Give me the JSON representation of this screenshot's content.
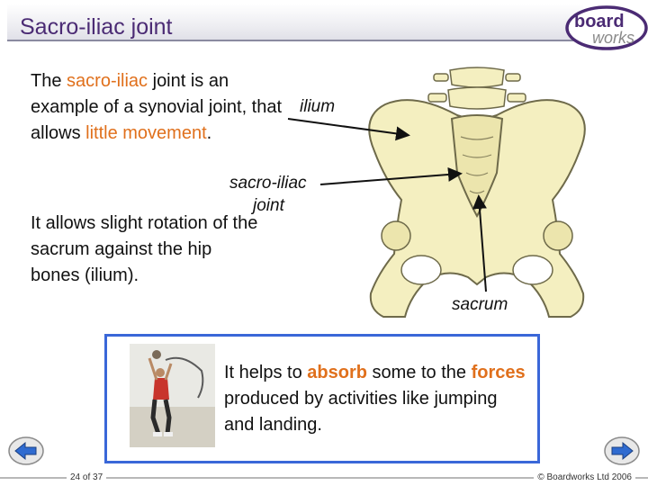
{
  "header": {
    "title": "Sacro-iliac joint"
  },
  "logo": {
    "line1": "board",
    "line2": "works"
  },
  "paragraph1": {
    "pre": "The ",
    "highlight1": "sacro-iliac",
    "mid": " joint is an example of a synovial joint, that allows ",
    "highlight2": "little movement",
    "post": "."
  },
  "paragraph2": {
    "text": "It allows slight rotation of the sacrum against the hip bones (ilium)."
  },
  "diagram": {
    "labels": {
      "ilium": "ilium",
      "sacroiliac_line1": "sacro-iliac",
      "sacroiliac_line2": "joint",
      "sacrum": "sacrum"
    }
  },
  "callout": {
    "pre": "It helps to ",
    "highlight1": "absorb",
    "mid": " some to the ",
    "highlight2": "forces",
    "post": " produced by activities like jumping and landing."
  },
  "footer": {
    "page": "24 of 37",
    "copyright": "© Boardworks Ltd 2006"
  },
  "colors": {
    "title": "#4b2b74",
    "highlight": "#e0701c",
    "callout_border": "#3a67d8",
    "bone": "#f4efc0",
    "nav": "#2f6bd0"
  },
  "icons": {
    "prev": "arrow-left-icon",
    "next": "arrow-right-icon"
  }
}
